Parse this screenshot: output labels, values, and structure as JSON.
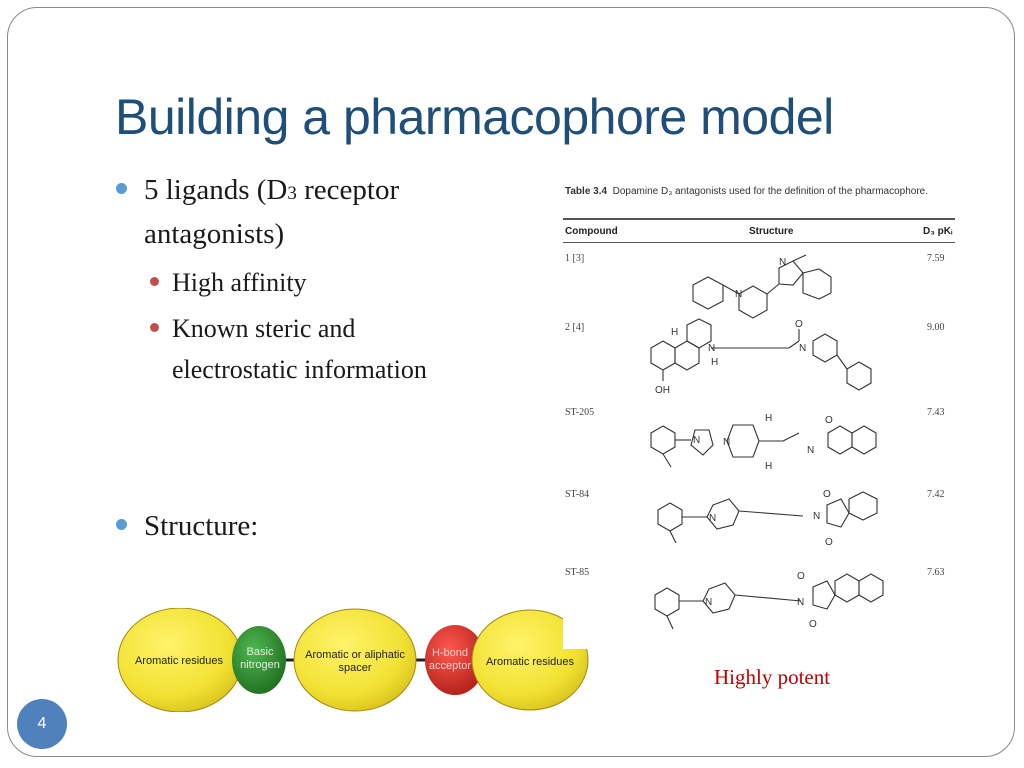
{
  "slide": {
    "title": "Building a pharmacophore model",
    "page_number": "4"
  },
  "bullets": {
    "b1_pre": "5 ligands (D",
    "b1_sub": "3",
    "b1_post": " receptor",
    "b1_line2": "antagonists)",
    "sub1": "High affinity",
    "sub2_line1": "Known steric and",
    "sub2_line2": "electrostatic information",
    "b2": "Structure:"
  },
  "pharmacophore": {
    "aromatic1": "Aromatic residues",
    "basic_line1": "Basic",
    "basic_line2": "nitrogen",
    "spacer_line1": "Aromatic or aliphatic",
    "spacer_line2": "spacer",
    "hbond_line1": "H-bond",
    "hbond_line2": "acceptor",
    "aromatic2": "Aromatic residues",
    "colors": {
      "aromatic": "#f2e133",
      "basic": "#2e8b2e",
      "hbond": "#d9302a"
    }
  },
  "table": {
    "caption_bold": "Table 3.4",
    "caption_rest": "Dopamine D₃ antagonists used for the definition of the pharmacophore.",
    "col_compound": "Compound",
    "col_structure": "Structure",
    "col_pk": "D₃ pKᵢ",
    "rows": [
      {
        "compound": "1 [3]",
        "pk": "7.59"
      },
      {
        "compound": "2 [4]",
        "pk": "9.00"
      },
      {
        "compound": "ST-205",
        "pk": "7.43"
      },
      {
        "compound": "ST-84",
        "pk": "7.42"
      },
      {
        "compound": "ST-85",
        "pk": "7.63"
      }
    ],
    "atoms": {
      "n": "N",
      "h": "H",
      "o": "O",
      "oh": "OH"
    }
  },
  "note": "Highly potent"
}
